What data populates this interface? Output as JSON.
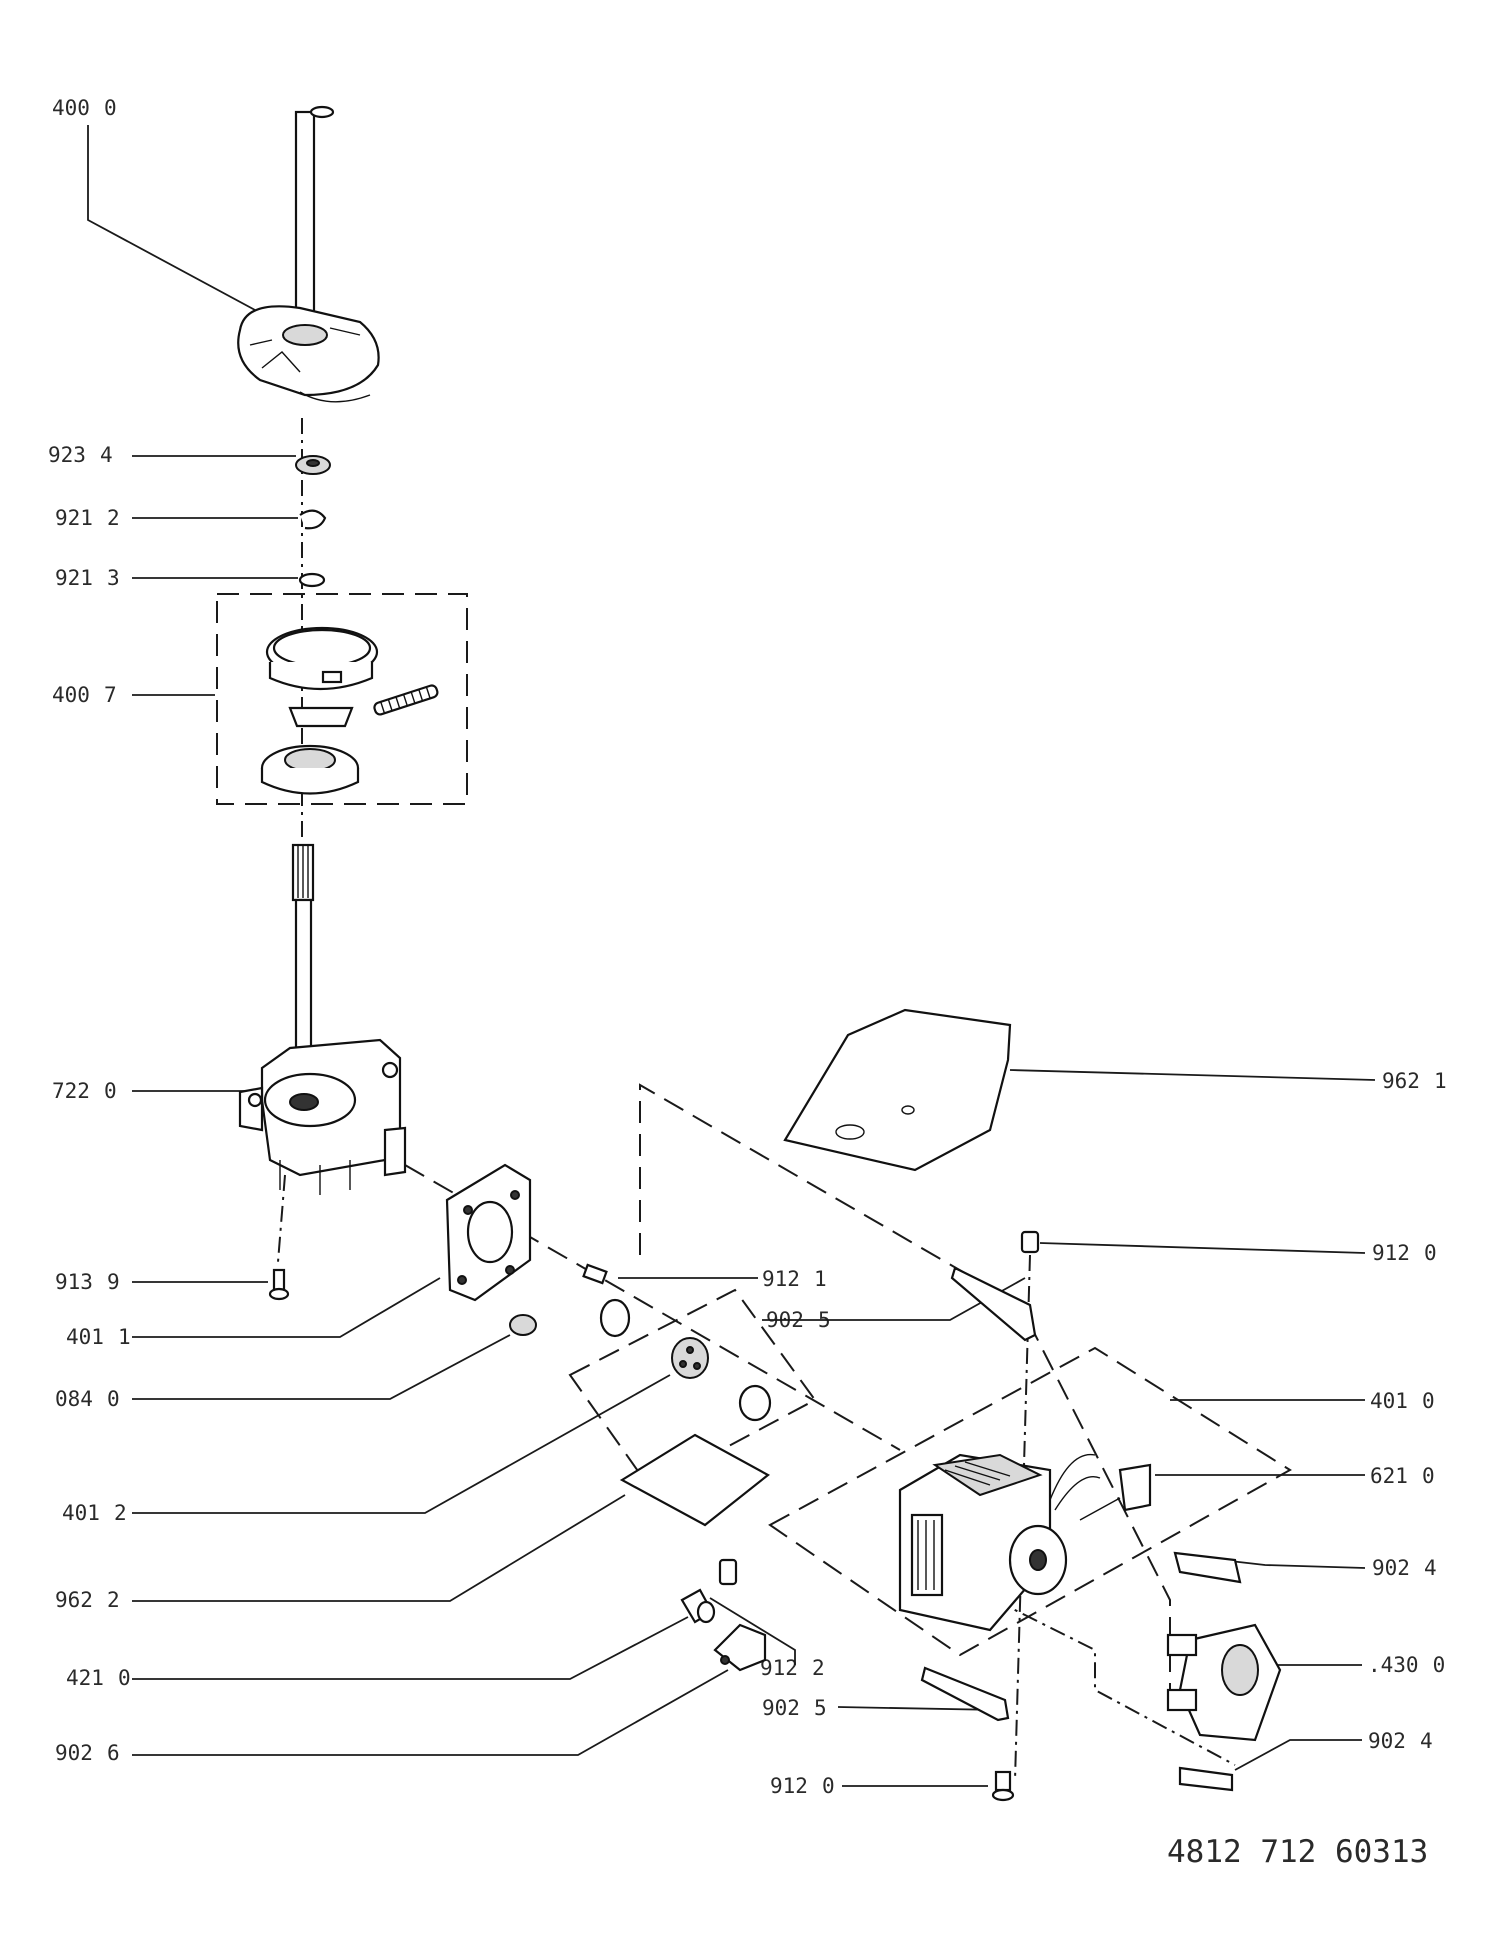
{
  "labels_left": [
    {
      "code": "400",
      "suffix": "0"
    },
    {
      "code": "923",
      "suffix": "4"
    },
    {
      "code": "921",
      "suffix": "2"
    },
    {
      "code": "921",
      "suffix": "3"
    },
    {
      "code": "400",
      "suffix": "7"
    },
    {
      "code": "722",
      "suffix": "0"
    },
    {
      "code": "913",
      "suffix": "9"
    },
    {
      "code": "401",
      "suffix": "1"
    },
    {
      "code": "084",
      "suffix": "0"
    },
    {
      "code": "401",
      "suffix": "2"
    },
    {
      "code": "962",
      "suffix": "2"
    },
    {
      "code": "421",
      "suffix": "0"
    },
    {
      "code": "902",
      "suffix": "6"
    }
  ],
  "labels_right": [
    {
      "code": "962",
      "suffix": "1"
    },
    {
      "code": "912",
      "suffix": "0"
    },
    {
      "code": "401",
      "suffix": "0"
    },
    {
      "code": "621",
      "suffix": "0"
    },
    {
      "code": "902",
      "suffix": "4"
    },
    {
      "code": ".430",
      "suffix": "0"
    },
    {
      "code": "902",
      "suffix": "4"
    }
  ],
  "labels_center": [
    {
      "code": "912",
      "suffix": "1"
    },
    {
      "code": "902",
      "suffix": "5"
    },
    {
      "code": "912",
      "suffix": "2"
    },
    {
      "code": "902",
      "suffix": "5"
    },
    {
      "code": "912",
      "suffix": "0"
    }
  ],
  "document_number": "4812 712 60313"
}
